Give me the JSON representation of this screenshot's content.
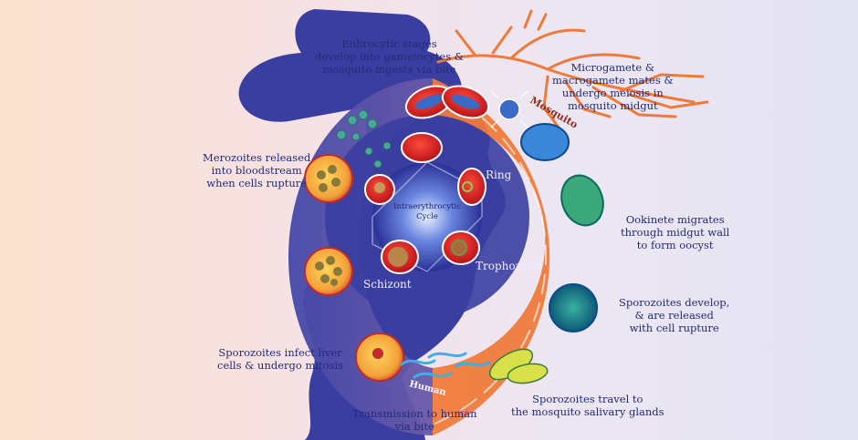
{
  "labels": {
    "erythrocytic": [
      "Enhrocytic stages",
      "develop into gametocytes &",
      "mosquito ingests via bite"
    ],
    "microgamete": [
      "Microgamete &",
      "macrogamete mates &",
      "undergo meiosis in",
      "mosquito midgut"
    ],
    "merozoites": [
      "Merozoites released",
      "into bloodstream",
      "when cells rupture"
    ],
    "ookinete": [
      "Ookinete migrates",
      "through midgut wall",
      "to form oocyst"
    ],
    "sporozoites_develop": [
      "Sporozoites develop,",
      "& are released",
      "with cell rupture"
    ],
    "sporozoites_infect": [
      "Sporozoites infect liver",
      "cells & undergo mitosis"
    ],
    "transmission": [
      "Transmission to human",
      "via bite"
    ],
    "salivary": [
      "Sporozoites travel to",
      "the mosquito salivary glands"
    ],
    "ring": "Ring",
    "trophozoite": "Trophozoite",
    "schizont": "Schizont",
    "inner_cycle": [
      "Intraerythrocytic",
      "Cycle"
    ],
    "mosquito_arc": "Mosquito",
    "human_arc": "Human"
  },
  "colors": {
    "human_blue": "#3a3ea0",
    "ring_blue": "#4b4fb0",
    "mosquito_orange": "#f07a3a",
    "label_navy": "#232a78",
    "rbc_red": "#e0262a"
  }
}
